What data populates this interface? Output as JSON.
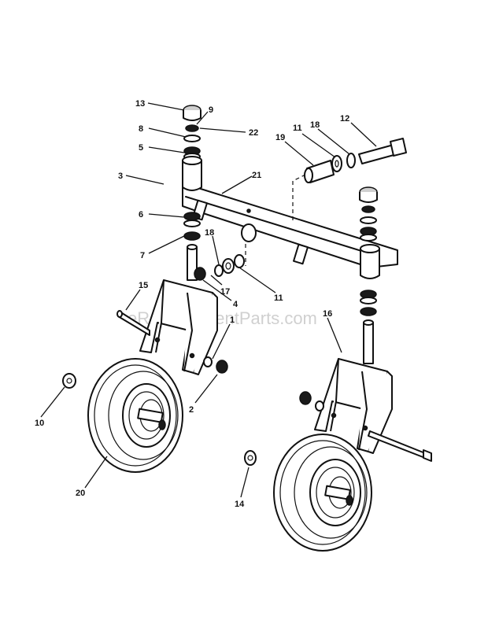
{
  "watermark": "eReplacementParts.com",
  "callouts": {
    "c13": "13",
    "c9": "9",
    "c8": "8",
    "c22": "22",
    "c5": "5",
    "c3": "3",
    "c21": "21",
    "c19": "19",
    "c11a": "11",
    "c18a": "18",
    "c12": "12",
    "c6": "6",
    "c7": "7",
    "c18b": "18",
    "c17": "17",
    "c4": "4",
    "c11b": "11",
    "c15": "15",
    "c16": "16",
    "c1": "1",
    "c10": "10",
    "c2": "2",
    "c20": "20",
    "c14": "14"
  }
}
